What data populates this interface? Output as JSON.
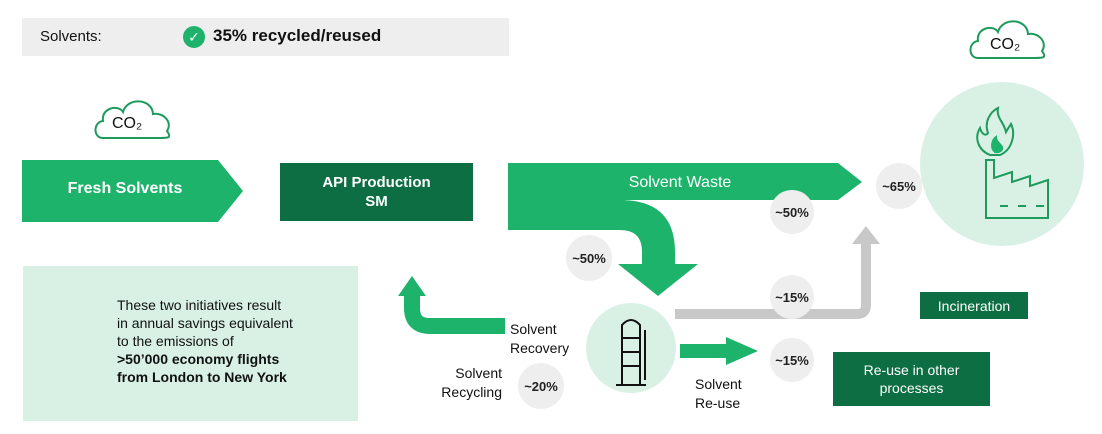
{
  "banner": {
    "label": "Solvents:",
    "value": "35% recycled/reused",
    "check_icon": "check-icon",
    "accent": "#1db36b"
  },
  "co2": {
    "left": "CO₂",
    "right": "CO₂"
  },
  "flow": {
    "fresh_solvents": "Fresh Solvents",
    "api_line1": "API Production",
    "api_line2": "SM",
    "solvent_waste": "Solvent Waste",
    "pct_waste_to_incineration": "~50%",
    "pct_incineration_total": "~65%",
    "pct_waste_to_recovery": "~50%",
    "pct_recovery_to_incineration": "~15%",
    "pct_reuse": "~15%",
    "pct_recycling": "~20%",
    "recovery_line1": "Solvent",
    "recovery_line2": "Recovery",
    "recycling_line1": "Solvent",
    "recycling_line2": "Recycling",
    "reuse_line1": "Solvent",
    "reuse_line2": "Re-use",
    "incineration": "Incineration",
    "reuse_other_line1": "Re-use in other",
    "reuse_other_line2": "processes"
  },
  "info": {
    "line1": "These two initiatives result",
    "line2": "in annual savings equivalent",
    "line3": "to the emissions of",
    "bold1": ">50’000 economy flights",
    "bold2": "from London to New York",
    "icon": "airplane-icon"
  },
  "colors": {
    "green": "#1db36b",
    "dark_green": "#0e6e43",
    "light_green": "#d8f1e4",
    "grey": "#c8c8c8",
    "circle_grey": "#eeeeee"
  }
}
